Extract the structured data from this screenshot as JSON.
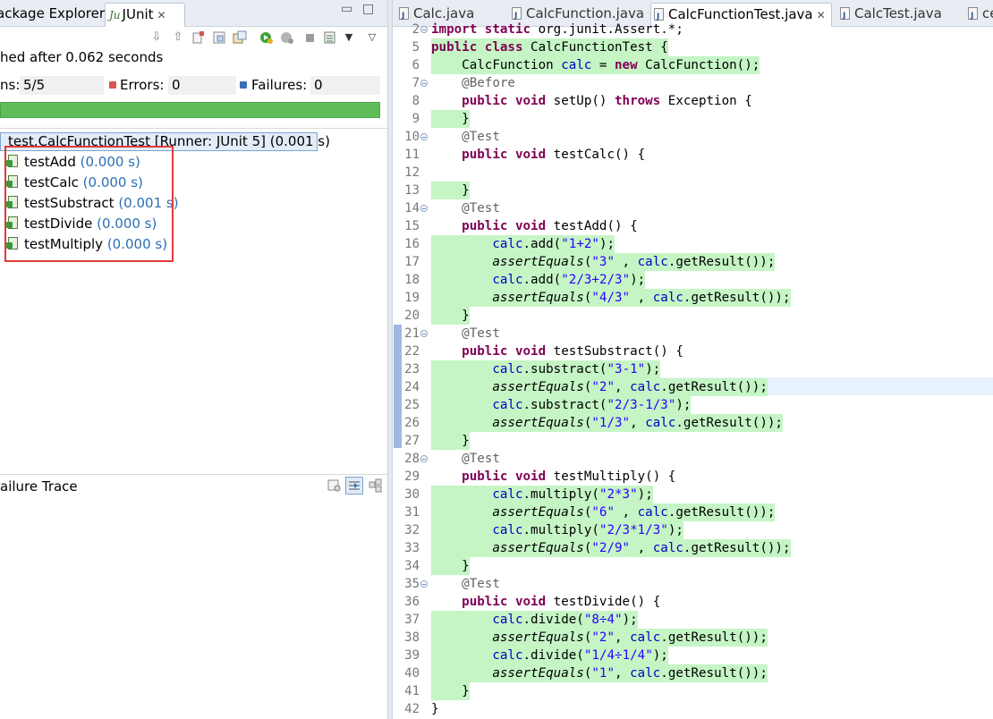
{
  "left_panel": {
    "tabs": [
      {
        "label": "ackage Explorer"
      },
      {
        "label": "JUnit",
        "icon": "junit-icon"
      }
    ],
    "status": "hed after 0.062 seconds",
    "counters": {
      "runs_label": "ns:",
      "runs_value": "5/5",
      "errors_label": "Errors:",
      "errors_value": "0",
      "failures_label": "Failures:",
      "failures_value": "0"
    },
    "progress_color": "#5fbd5a",
    "tree": {
      "root": {
        "name": "test.CalcFunctionTest [Runner: JUnit 5]",
        "time": "(0.001 s)"
      },
      "items": [
        {
          "name": "testAdd",
          "time": "(0.000 s)"
        },
        {
          "name": "testCalc",
          "time": "(0.000 s)"
        },
        {
          "name": "testSubstract",
          "time": "(0.001 s)"
        },
        {
          "name": "testDivide",
          "time": "(0.000 s)"
        },
        {
          "name": "testMultiply",
          "time": "(0.000 s)"
        }
      ]
    },
    "trace_label": "ailure Trace"
  },
  "editor": {
    "tabs": [
      {
        "label": "Calc.java",
        "active": false
      },
      {
        "label": "CalcFunction.java",
        "active": false
      },
      {
        "label": "CalcFunctionTest.java",
        "active": true
      },
      {
        "label": "CalcTest.java",
        "active": false
      },
      {
        "label": "ce",
        "active": false
      }
    ],
    "lines": [
      {
        "n": "2",
        "fold": true,
        "hl": false,
        "html": "<span class=\"kw\">import static</span> org.junit.Assert.*;"
      },
      {
        "n": "5",
        "fold": false,
        "hl": true,
        "html": "<span class=\"kw\">public class</span> CalcFunctionTest {"
      },
      {
        "n": "6",
        "fold": false,
        "hl": true,
        "html": "    CalcFunction <span class=\"fld\">calc</span> = <span class=\"kw\">new</span> CalcFunction();"
      },
      {
        "n": "7",
        "fold": true,
        "hl": false,
        "html": "    <span class=\"ann\">@Before</span>"
      },
      {
        "n": "8",
        "fold": false,
        "hl": false,
        "html": "    <span class=\"kw\">public void</span> setUp() <span class=\"kw\">throws</span> Exception {"
      },
      {
        "n": "9",
        "fold": false,
        "hl": true,
        "html": "    }"
      },
      {
        "n": "10",
        "fold": true,
        "hl": false,
        "html": "    <span class=\"ann\">@Test</span>"
      },
      {
        "n": "11",
        "fold": false,
        "hl": false,
        "html": "    <span class=\"kw\">public void</span> testCalc() {"
      },
      {
        "n": "12",
        "fold": false,
        "hl": false,
        "html": ""
      },
      {
        "n": "13",
        "fold": false,
        "hl": true,
        "html": "    }"
      },
      {
        "n": "14",
        "fold": true,
        "hl": false,
        "html": "    <span class=\"ann\">@Test</span>"
      },
      {
        "n": "15",
        "fold": false,
        "hl": false,
        "html": "    <span class=\"kw\">public void</span> testAdd() {"
      },
      {
        "n": "16",
        "fold": false,
        "hl": true,
        "html": "        <span class=\"fld\">calc</span>.add(<span class=\"str\">\"1+2\"</span>);"
      },
      {
        "n": "17",
        "fold": false,
        "hl": true,
        "html": "        <span class=\"it\">assertEquals</span>(<span class=\"str\">\"3\"</span> , <span class=\"fld\">calc</span>.getResult());"
      },
      {
        "n": "18",
        "fold": false,
        "hl": true,
        "html": "        <span class=\"fld\">calc</span>.add(<span class=\"str\">\"2/3+2/3\"</span>);"
      },
      {
        "n": "19",
        "fold": false,
        "hl": true,
        "html": "        <span class=\"it\">assertEquals</span>(<span class=\"str\">\"4/3\"</span> , <span class=\"fld\">calc</span>.getResult());"
      },
      {
        "n": "20",
        "fold": false,
        "hl": true,
        "html": "    }"
      },
      {
        "n": "21",
        "fold": true,
        "hl": false,
        "html": "    <span class=\"ann\">@Test</span>"
      },
      {
        "n": "22",
        "fold": false,
        "hl": false,
        "html": "    <span class=\"kw\">public void</span> testSubstract() {"
      },
      {
        "n": "23",
        "fold": false,
        "hl": true,
        "html": "        <span class=\"fld\">calc</span>.substract(<span class=\"str\">\"3-1\"</span>);"
      },
      {
        "n": "24",
        "fold": false,
        "hl": true,
        "html": "        <span class=\"it\">assertEquals</span>(<span class=\"str\">\"2\"</span>, <span class=\"fld\">calc</span>.getResult());"
      },
      {
        "n": "25",
        "fold": false,
        "hl": true,
        "html": "        <span class=\"fld\">calc</span>.substract(<span class=\"str\">\"2/3-1/3\"</span>);"
      },
      {
        "n": "26",
        "fold": false,
        "hl": true,
        "html": "        <span class=\"it\">assertEquals</span>(<span class=\"str\">\"1/3\"</span>, <span class=\"fld\">calc</span>.getResult());"
      },
      {
        "n": "27",
        "fold": false,
        "hl": true,
        "html": "    }"
      },
      {
        "n": "28",
        "fold": true,
        "hl": false,
        "html": "    <span class=\"ann\">@Test</span>"
      },
      {
        "n": "29",
        "fold": false,
        "hl": false,
        "html": "    <span class=\"kw\">public void</span> testMultiply() {"
      },
      {
        "n": "30",
        "fold": false,
        "hl": true,
        "html": "        <span class=\"fld\">calc</span>.multiply(<span class=\"str\">\"2*3\"</span>);"
      },
      {
        "n": "31",
        "fold": false,
        "hl": true,
        "html": "        <span class=\"it\">assertEquals</span>(<span class=\"str\">\"6\"</span> , <span class=\"fld\">calc</span>.getResult());"
      },
      {
        "n": "32",
        "fold": false,
        "hl": true,
        "html": "        <span class=\"fld\">calc</span>.multiply(<span class=\"str\">\"2/3*1/3\"</span>);"
      },
      {
        "n": "33",
        "fold": false,
        "hl": true,
        "html": "        <span class=\"it\">assertEquals</span>(<span class=\"str\">\"2/9\"</span> , <span class=\"fld\">calc</span>.getResult());"
      },
      {
        "n": "34",
        "fold": false,
        "hl": true,
        "html": "    }"
      },
      {
        "n": "35",
        "fold": true,
        "hl": false,
        "html": "    <span class=\"ann\">@Test</span>"
      },
      {
        "n": "36",
        "fold": false,
        "hl": false,
        "html": "    <span class=\"kw\">public void</span> testDivide() {"
      },
      {
        "n": "37",
        "fold": false,
        "hl": true,
        "html": "        <span class=\"fld\">calc</span>.divide(<span class=\"str\">\"8÷4\"</span>);"
      },
      {
        "n": "38",
        "fold": false,
        "hl": true,
        "html": "        <span class=\"it\">assertEquals</span>(<span class=\"str\">\"2\"</span>, <span class=\"fld\">calc</span>.getResult());"
      },
      {
        "n": "39",
        "fold": false,
        "hl": true,
        "html": "        <span class=\"fld\">calc</span>.divide(<span class=\"str\">\"1/4÷1/4\"</span>);"
      },
      {
        "n": "40",
        "fold": false,
        "hl": true,
        "html": "        <span class=\"it\">assertEquals</span>(<span class=\"str\">\"1\"</span>, <span class=\"fld\">calc</span>.getResult());"
      },
      {
        "n": "41",
        "fold": false,
        "hl": true,
        "html": "    }"
      },
      {
        "n": "42",
        "fold": false,
        "hl": false,
        "html": "}"
      }
    ]
  },
  "colors": {
    "keyword": "#7f0055",
    "field": "#0000c0",
    "string": "#2a00ff",
    "annotation": "#646464",
    "coverage_highlight": "#c5f5c5",
    "current_line": "#e8f2fe"
  }
}
